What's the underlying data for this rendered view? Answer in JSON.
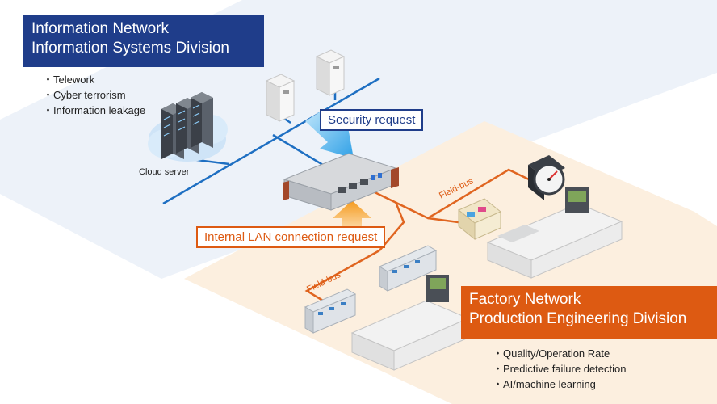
{
  "info_network": {
    "title_line1": "Information Network",
    "title_line2": "Information Systems Division",
    "bullets": [
      "・Telework",
      "・Cyber terrorism",
      "・Information leakage"
    ],
    "color": "#1f3d8a"
  },
  "factory_network": {
    "title_line1": "Factory Network",
    "title_line2": "Production Engineering Division",
    "bullets": [
      "・Quality/Operation Rate",
      "・Predictive failure detection",
      "・AI/machine learning"
    ],
    "color": "#dd5a12"
  },
  "labels": {
    "security_request": "Security request",
    "lan_request": "Internal LAN connection request",
    "cloud_server": "Cloud server",
    "field_bus_upper": "Field-bus",
    "field_bus_lower": "Field-bus"
  },
  "icons": [
    "cloud-server-icon",
    "pc-tower-icon",
    "edge-gateway-icon",
    "display-panel-icon",
    "gauge-meter-icon",
    "plc-module-icon",
    "production-machine-icon"
  ]
}
